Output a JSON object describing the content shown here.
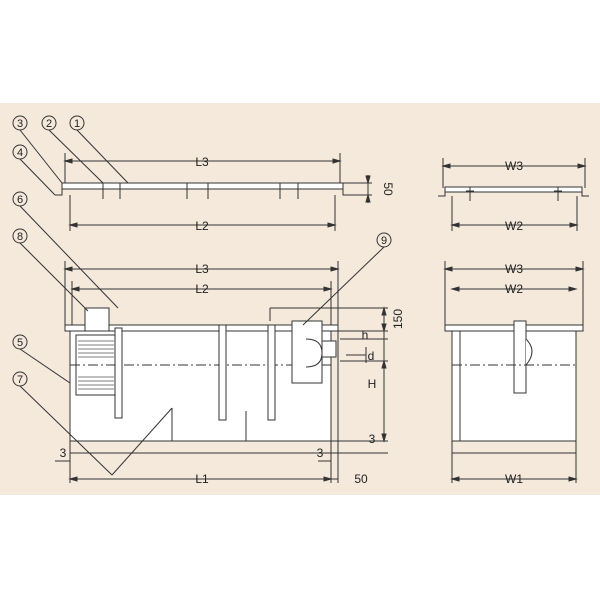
{
  "colors": {
    "background": "#f5e9dc",
    "line": "#333333",
    "fill": "#ffffff",
    "hatch": "#555555"
  },
  "callouts": {
    "c1": "1",
    "c2": "2",
    "c3": "3",
    "c4": "4",
    "c5": "5",
    "c6": "6",
    "c7": "7",
    "c8": "8",
    "c9": "9"
  },
  "top_view": {
    "l3": "L3",
    "l2": "L2",
    "h50": "50"
  },
  "top_side": {
    "w3": "W3",
    "w2": "W2"
  },
  "front_view": {
    "l3": "L3",
    "l2": "L2",
    "l1": "L1",
    "d150": "150",
    "h": "h",
    "d": "d",
    "H": "H",
    "d3_right": "3",
    "d3_left": "3",
    "d3_bottom": "3",
    "d50": "50"
  },
  "side_view": {
    "w3": "W3",
    "w2": "W2",
    "w1": "W1"
  }
}
